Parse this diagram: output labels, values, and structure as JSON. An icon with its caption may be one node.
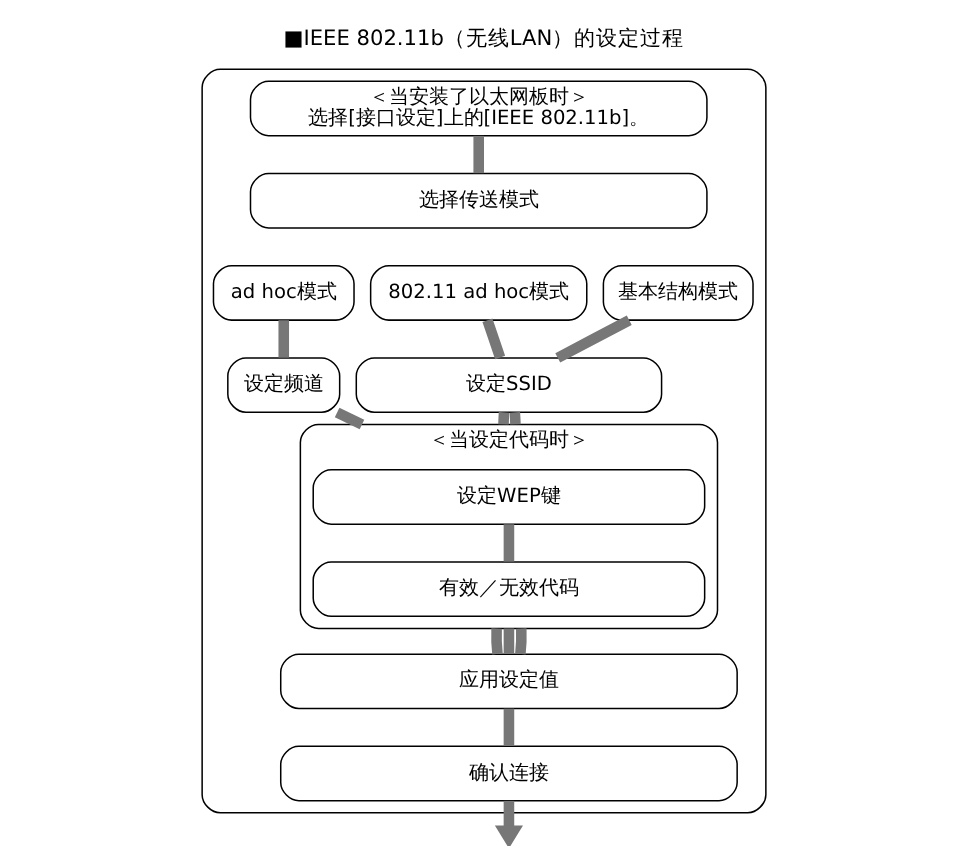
{
  "diagram": {
    "title": "■IEEE 802.11b（无线LAN）的设定过程",
    "nodes": [
      {
        "text": [],
        "shape": "box"
      },
      {
        "text": [
          "＜当安装了以太网板时＞",
          "选择[接口设定]上的[IEEE 802.11b]。"
        ],
        "in": 0
      },
      {
        "text": [
          "选择传送模式"
        ],
        "in": 0
      },
      {
        "text": [
          "ad hoc模式"
        ],
        "in": 0
      },
      {
        "text": [
          "802.11 ad hoc模式"
        ],
        "in": 0
      },
      {
        "text": [
          "基本结构模式"
        ],
        "in": 0
      },
      {
        "text": [
          "设定频道"
        ],
        "in": 0
      },
      {
        "text": [
          "设定SSID"
        ],
        "in": 0
      },
      {
        "text": [
          "＜当设定代码时＞"
        ],
        "in": 0
      },
      {
        "text": [
          "设定WEP键"
        ],
        "in": 8
      },
      {
        "text": [
          "有效／无效代码"
        ],
        "in": 8
      },
      {
        "text": [
          "应用设定值"
        ],
        "in": 0
      },
      {
        "text": [
          "确认连接"
        ],
        "in": 0
      }
    ],
    "edges": [
      {
        "from": 1,
        "to": 2,
        "arrow": "none"
      },
      {
        "from": 3,
        "to": 6,
        "arrow": "none"
      },
      {
        "from": 4,
        "to": 7,
        "arrow": "none"
      },
      {
        "from": 5,
        "to": 7,
        "arrow": "none"
      },
      {
        "from": 6,
        "to": 8,
        "arrow": "none"
      },
      {
        "from": 7,
        "to": 8,
        "arrow": "none"
      },
      {
        "from": 7,
        "to": 8,
        "arrow": "none"
      },
      {
        "from": 9,
        "to": 10,
        "arrow": "none"
      },
      {
        "from": 8,
        "to": 11,
        "arrow": "none"
      },
      {
        "from": 8,
        "to": 11,
        "arrow": "none"
      },
      {
        "from": 8,
        "to": 11,
        "arrow": "none"
      },
      {
        "from": 11,
        "to": 12,
        "arrow": "none"
      },
      {
        "from": 12,
        "to": null,
        "arrow": "to"
      }
    ]
  }
}
